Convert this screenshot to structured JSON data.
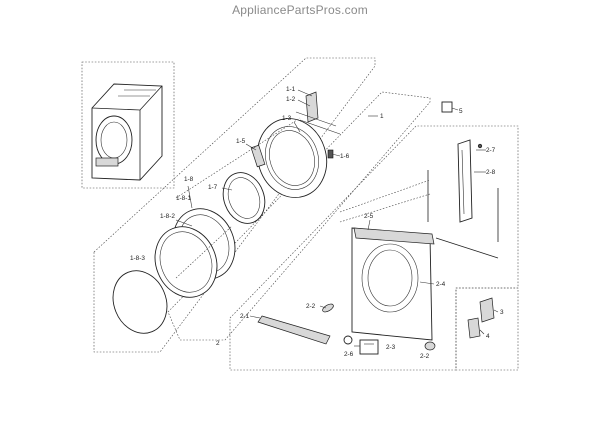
{
  "header": {
    "watermark": "AppliancePartsPros.com"
  },
  "labels": {
    "l1": "1",
    "l1_1": "1-1",
    "l1_2": "1-2",
    "l1_3": "1-3",
    "l1_5": "1-5",
    "l1_6": "1-6",
    "l1_7": "1-7",
    "l1_8": "1-8",
    "l1_8_1": "1-8-1",
    "l1_8_2": "1-8-2",
    "l1_8_3": "1-8-3",
    "l2": "2",
    "l2_1": "2-1",
    "l2_2a": "2-2",
    "l2_2b": "2-2",
    "l2_3": "2-3",
    "l2_4": "2-4",
    "l2_5": "2-5",
    "l2_6": "2-6",
    "l2_7": "2-7",
    "l2_8": "2-8",
    "l3": "3",
    "l4": "4",
    "l5": "5"
  }
}
